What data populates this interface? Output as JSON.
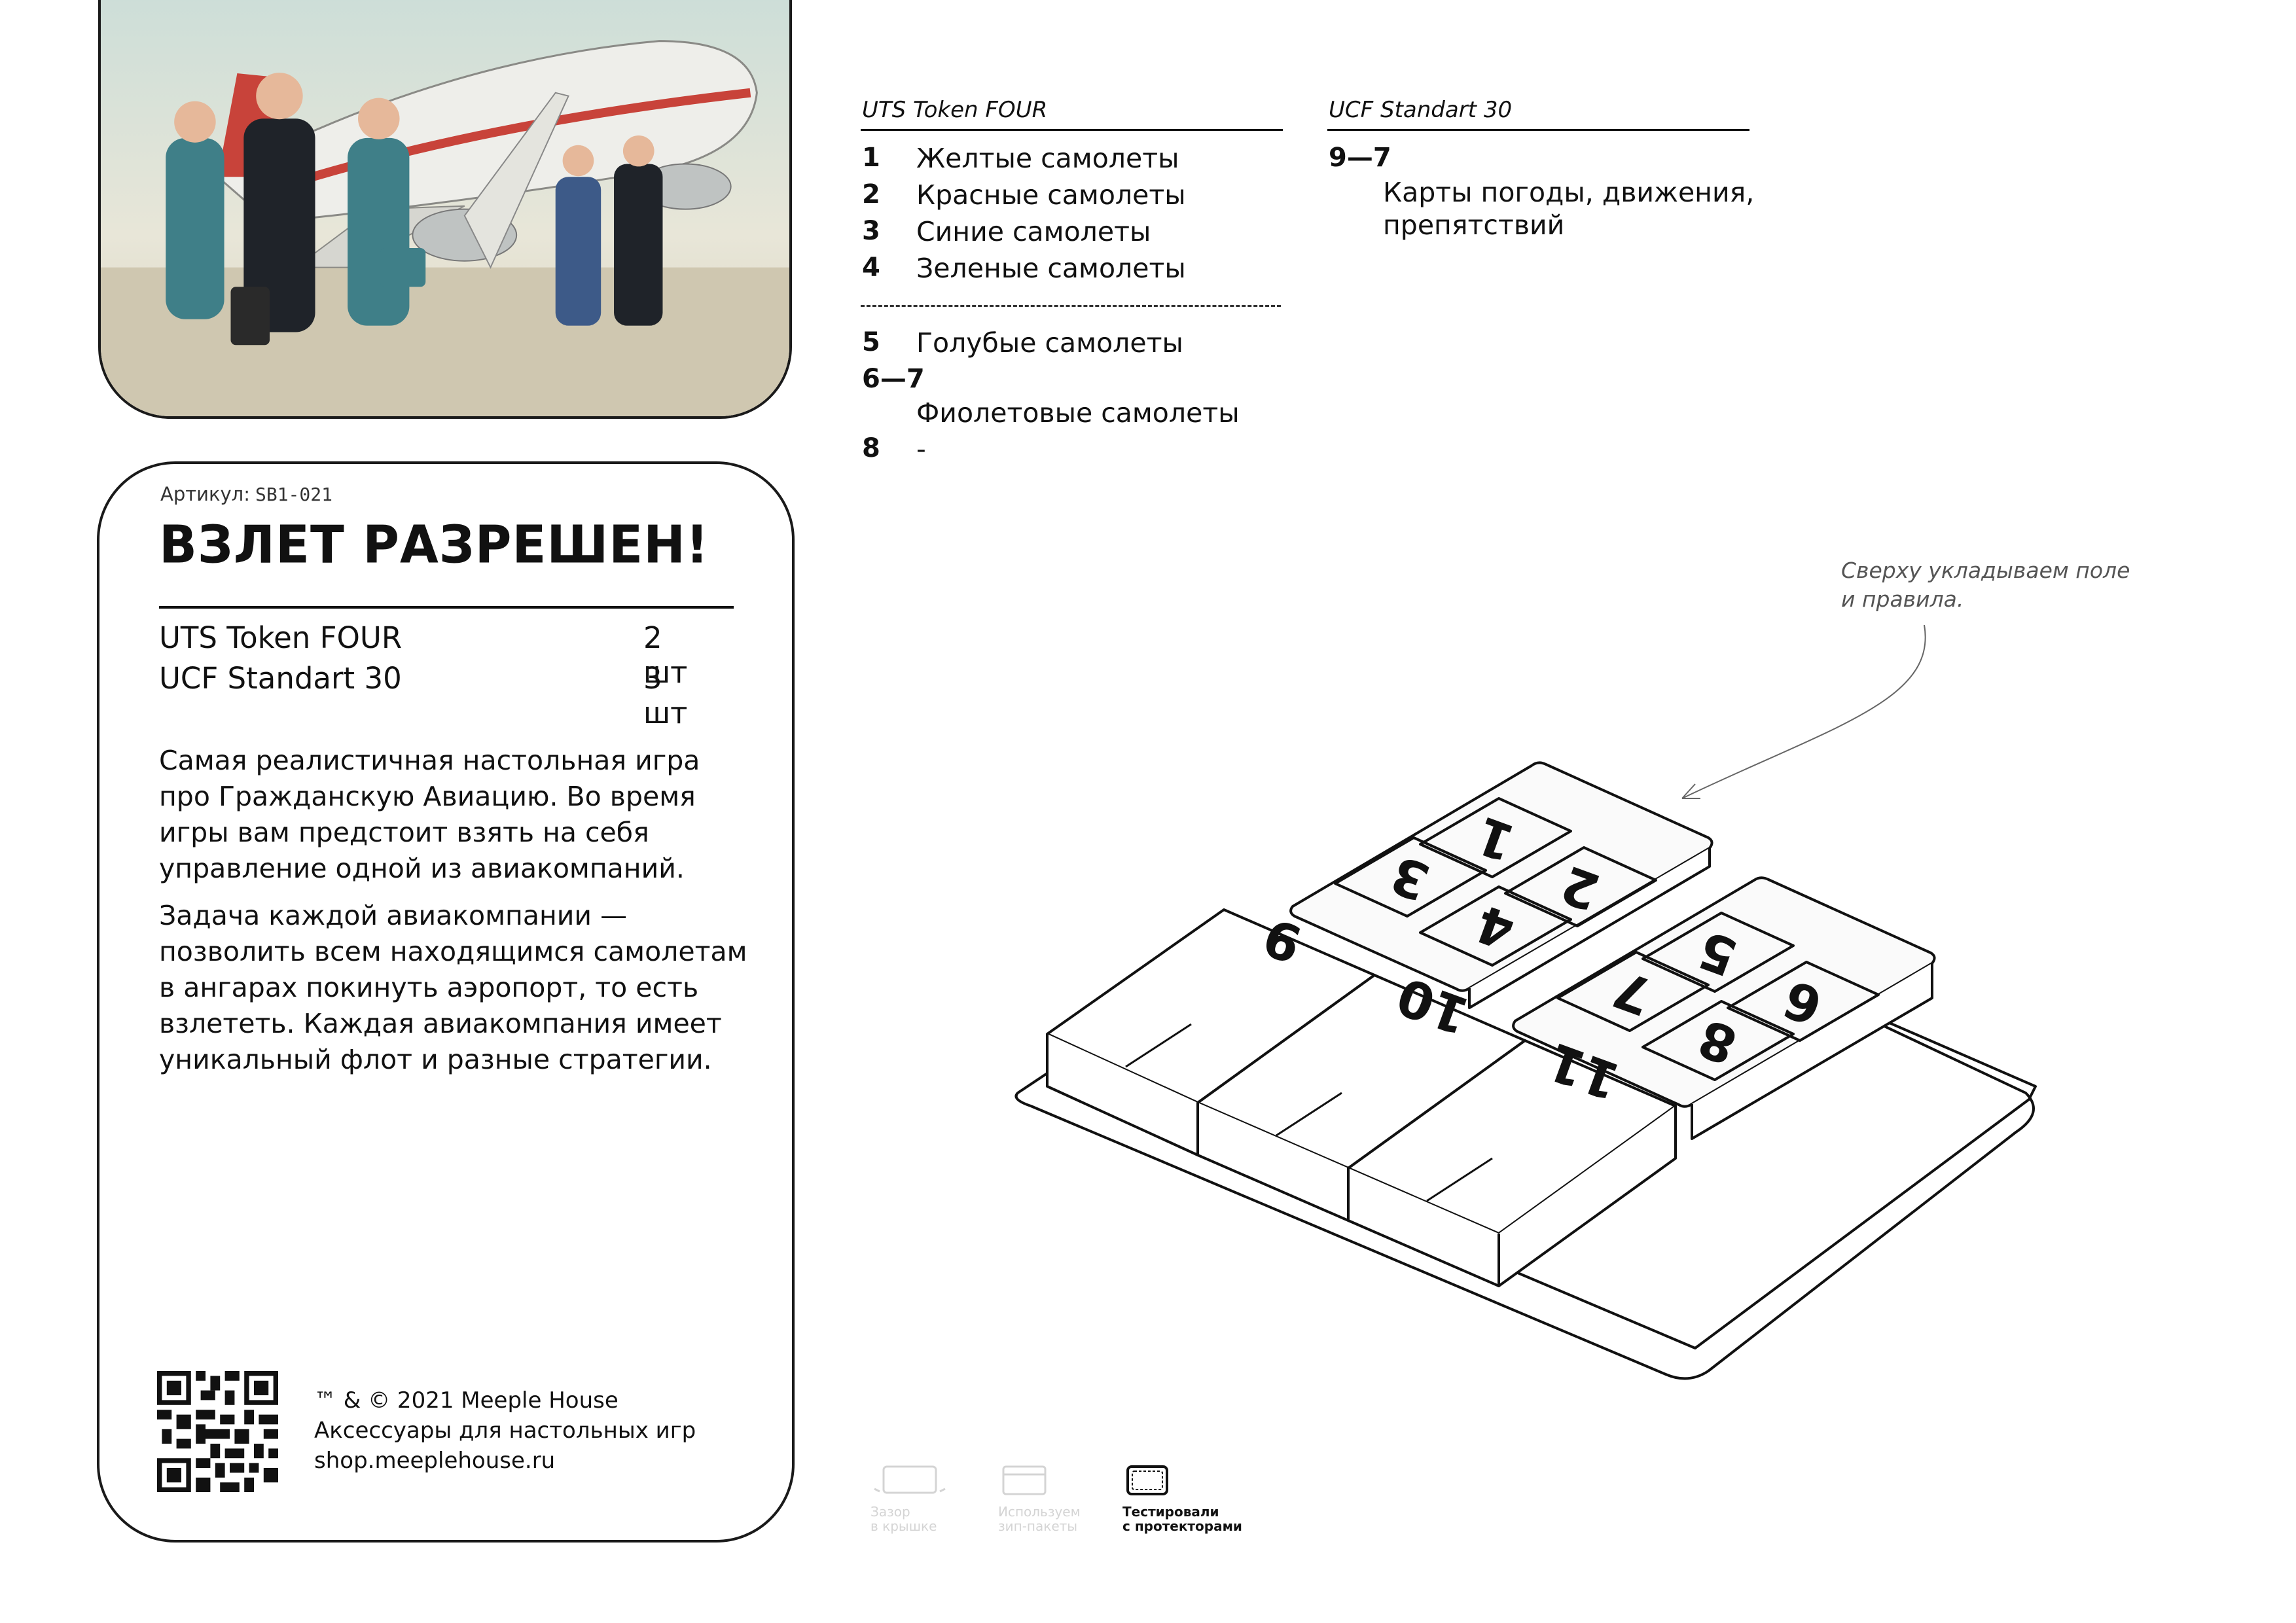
{
  "product": {
    "sku_label": "Артикул:",
    "sku_code": "SB1-021",
    "title": "ВЗЛЕТ РАЗРЕШЕН!"
  },
  "components": [
    {
      "name": "UTS Token FOUR",
      "qty": "2 шт"
    },
    {
      "name": "UCF Standart 30",
      "qty": "3 шт"
    }
  ],
  "description": [
    "Самая реалистичная настольная игра про Гражданскую Авиацию. Во время игры вам предстоит взять на себя управление одной из авиакомпаний.",
    "Задача каждой авиакомпании — позволить всем находящимся самолетам в ангарах покинуть аэропорт, то есть взлететь. Каждая авиакомпания имеет уникальный флот и разные стратегии."
  ],
  "footer": {
    "copyright": "™ & © 2021 Meeple House",
    "tagline": "Аксессуары для настольных игр",
    "url": "shop.meeplehouse.ru"
  },
  "uts_list": {
    "heading": "UTS Token FOUR",
    "items": [
      {
        "num": "1",
        "label": "Желтые самолеты"
      },
      {
        "num": "2",
        "label": "Красные самолеты"
      },
      {
        "num": "3",
        "label": "Синие самолеты"
      },
      {
        "num": "4",
        "label": "Зеленые самолеты"
      },
      {
        "num": "5",
        "label": "Голубые самолеты"
      },
      {
        "num": "6—7",
        "label": "Фиолетовые самолеты"
      },
      {
        "num": "8",
        "label": "-"
      }
    ]
  },
  "ucf_list": {
    "heading": "UCF Standart 30",
    "items": [
      {
        "num": "9—7",
        "label_line1": "Карты погоды, движения,",
        "label_line2": "препятствий"
      }
    ]
  },
  "diagram": {
    "note_line1": "Сверху укладываем поле",
    "note_line2": "и правила.",
    "cell_labels": [
      "1",
      "2",
      "3",
      "4",
      "5",
      "6",
      "7",
      "8",
      "9",
      "10",
      "11"
    ]
  },
  "icons": [
    {
      "name": "lid-gap-icon",
      "line1": "Зазор",
      "line2": "в крышке",
      "state": "faded"
    },
    {
      "name": "zip-bag-icon",
      "line1": "Используем",
      "line2": "зип-пакеты",
      "state": "faded"
    },
    {
      "name": "sleeve-protector-icon",
      "line1": "Тестировали",
      "line2": "с протекторами",
      "state": "active"
    }
  ]
}
